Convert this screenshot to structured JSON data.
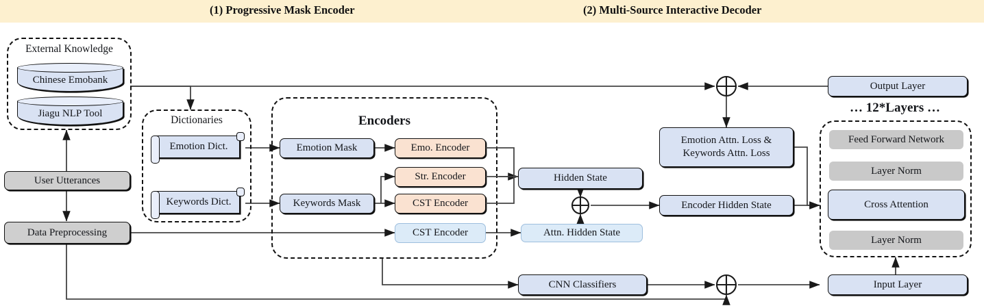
{
  "banner": {
    "title_left": "(1) Progressive Mask Encoder",
    "title_right": "(2) Multi-Source Interactive Decoder",
    "background": "#fdf0cf"
  },
  "colors": {
    "blue": "#d9e2f3",
    "light_blue": "#dcebf8",
    "orange": "#fae2d1",
    "gray": "#cfcfcf",
    "gray_soft": "#c9c9c9",
    "stroke": "#111111",
    "banner": "#fdf0cf"
  },
  "groups": {
    "external_knowledge": {
      "label": "External Knowledge"
    },
    "dictionaries": {
      "label": "Dictionaries"
    },
    "encoders": {
      "label": "Encoders"
    },
    "layers": {
      "label": "… 12*Layers …"
    }
  },
  "nodes": {
    "chinese_emobank": {
      "label": "Chinese Emobank",
      "shape": "cylinder",
      "color": "#d9e2f3"
    },
    "jiagu_nlp_tool": {
      "label": "Jiagu NLP Tool",
      "shape": "cylinder",
      "color": "#d9e2f3"
    },
    "user_utterances": {
      "label": "User Utterances",
      "shape": "rounded-rect",
      "color": "#cfcfcf"
    },
    "data_preprocessing": {
      "label": "Data Preprocessing",
      "shape": "rounded-rect",
      "color": "#cfcfcf"
    },
    "emotion_dict": {
      "label": "Emotion Dict.",
      "shape": "scroll",
      "color": "#d9e2f3"
    },
    "keywords_dict": {
      "label": "Keywords Dict.",
      "shape": "scroll",
      "color": "#d9e2f3"
    },
    "emotion_mask": {
      "label": "Emotion Mask",
      "shape": "rounded-rect",
      "color": "#d9e2f3"
    },
    "keywords_mask": {
      "label": "Keywords Mask",
      "shape": "rounded-rect",
      "color": "#d9e2f3"
    },
    "emo_encoder": {
      "label": "Emo. Encoder",
      "shape": "rounded-rect",
      "color": "#fae2d1"
    },
    "str_encoder": {
      "label": "Str. Encoder",
      "shape": "rounded-rect",
      "color": "#fae2d1"
    },
    "cst_encoder_masked": {
      "label": "CST Encoder",
      "shape": "rounded-rect",
      "color": "#fae2d1"
    },
    "cst_encoder_plain": {
      "label": "CST Encoder",
      "shape": "rounded-rect",
      "color": "#dcebf8"
    },
    "hidden_state": {
      "label": "Hidden State",
      "shape": "rounded-rect",
      "color": "#d9e2f3"
    },
    "attn_hidden_state": {
      "label": "Attn. Hidden State",
      "shape": "rounded-rect",
      "color": "#dcebf8"
    },
    "attn_loss": {
      "label": "Emotion Attn. Loss &\nKeywords Attn. Loss",
      "line1": "Emotion Attn. Loss &",
      "line2": "Keywords Attn. Loss",
      "shape": "rounded-rect",
      "color": "#d9e2f3"
    },
    "encoder_hidden_state": {
      "label": "Encoder Hidden State",
      "shape": "rounded-rect",
      "color": "#d9e2f3"
    },
    "cnn_classifiers": {
      "label": "CNN Classifiers",
      "shape": "rounded-rect",
      "color": "#d9e2f3"
    },
    "output_layer": {
      "label": "Output Layer",
      "shape": "rounded-rect",
      "color": "#d9e2f3"
    },
    "input_layer": {
      "label": "Input Layer",
      "shape": "rounded-rect",
      "color": "#d9e2f3"
    },
    "feed_forward_network": {
      "label": "Feed Forward Network",
      "shape": "rounded-rect",
      "color": "#c9c9c9"
    },
    "layer_norm_top": {
      "label": "Layer Norm",
      "shape": "rounded-rect",
      "color": "#c9c9c9"
    },
    "cross_attention": {
      "label": "Cross Attention",
      "shape": "rounded-rect",
      "color": "#d9e2f3"
    },
    "layer_norm_bottom": {
      "label": "Layer Norm",
      "shape": "rounded-rect",
      "color": "#c9c9c9"
    }
  },
  "operators": {
    "plus_top": {
      "symbol": "+",
      "name": "add-operator-output"
    },
    "plus_mid": {
      "symbol": "+",
      "name": "add-operator-hidden"
    },
    "plus_bottom": {
      "symbol": "+",
      "name": "add-operator-input"
    }
  }
}
